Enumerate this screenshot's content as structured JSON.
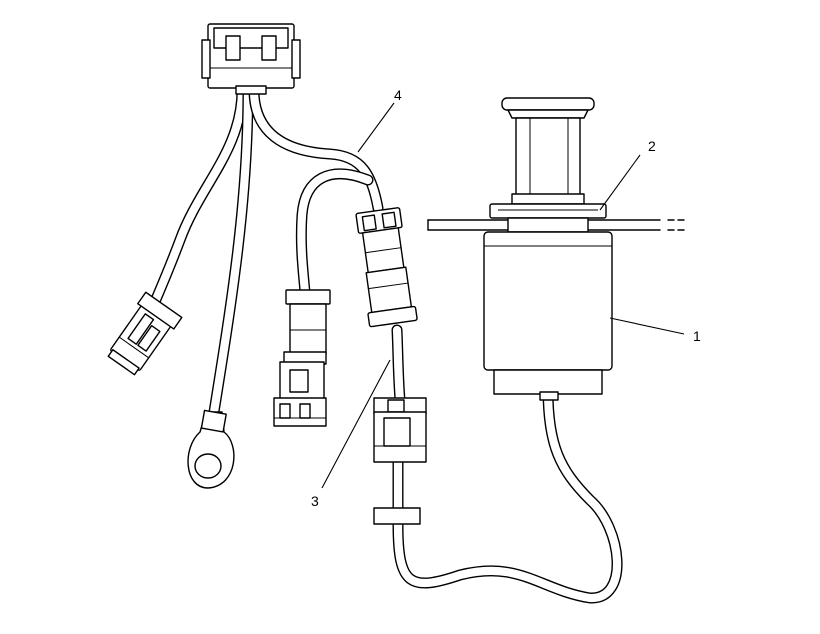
{
  "callouts": [
    {
      "id": "1",
      "label": "1",
      "part": "solenoid"
    },
    {
      "id": "2",
      "label": "2",
      "part": "mounting-plate"
    },
    {
      "id": "3",
      "label": "3",
      "part": "wire-harness-lead"
    },
    {
      "id": "4",
      "label": "4",
      "part": "wire-harness"
    }
  ],
  "colors": {
    "line": "#000000",
    "background": "#ffffff"
  }
}
